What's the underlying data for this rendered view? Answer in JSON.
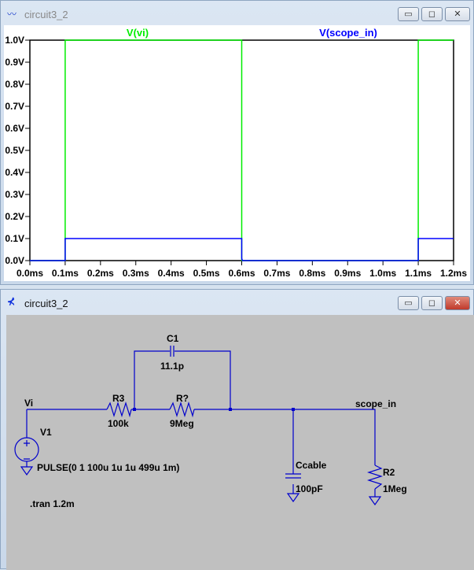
{
  "plot_window": {
    "title": "circuit3_2",
    "icon": "waveform-icon",
    "minimize": "▭",
    "maximize": "◻",
    "close": "✕"
  },
  "schematic_window": {
    "title": "circuit3_2",
    "icon": "transistor-icon",
    "minimize": "▭",
    "maximize": "◻",
    "close": "✕"
  },
  "chart_data": {
    "type": "line",
    "title": "",
    "xlabel": "",
    "ylabel": "",
    "xlim": [
      0,
      1.2
    ],
    "ylim": [
      0,
      1.0
    ],
    "x_ticks": [
      "0.0ms",
      "0.1ms",
      "0.2ms",
      "0.3ms",
      "0.4ms",
      "0.5ms",
      "0.6ms",
      "0.7ms",
      "0.8ms",
      "0.9ms",
      "1.0ms",
      "1.1ms",
      "1.2ms"
    ],
    "y_ticks": [
      "0.0V",
      "0.1V",
      "0.2V",
      "0.3V",
      "0.4V",
      "0.5V",
      "0.6V",
      "0.7V",
      "0.8V",
      "0.9V",
      "1.0V"
    ],
    "series": [
      {
        "name": "V(vi)",
        "color": "#00ee00",
        "x": [
          0,
          0.1,
          0.1,
          0.6,
          0.6,
          1.1,
          1.1,
          1.2
        ],
        "y": [
          0,
          0,
          1,
          1,
          0,
          0,
          1,
          1
        ]
      },
      {
        "name": "V(scope_in)",
        "color": "#0000ff",
        "x": [
          0,
          0.1,
          0.1,
          0.6,
          0.6,
          0.602,
          1.1,
          1.1,
          1.2
        ],
        "y": [
          0,
          0,
          0.1,
          0.1,
          0.01,
          0,
          0,
          0.1,
          0.1
        ]
      }
    ]
  },
  "schematic": {
    "labels": {
      "vi": "Vi",
      "v1": "V1",
      "pulse": "PULSE(0 1 100u 1u 1u 499u 1m)",
      "r3": "R3",
      "r3_val": "100k",
      "rq": "R?",
      "rq_val": "9Meg",
      "c1": "C1",
      "c1_val": "11.1p",
      "ccable": "Ccable",
      "ccable_val": "100pF",
      "scope_in": "scope_in",
      "r2": "R2",
      "r2_val": "1Meg",
      "tran": ".tran 1.2m"
    }
  }
}
